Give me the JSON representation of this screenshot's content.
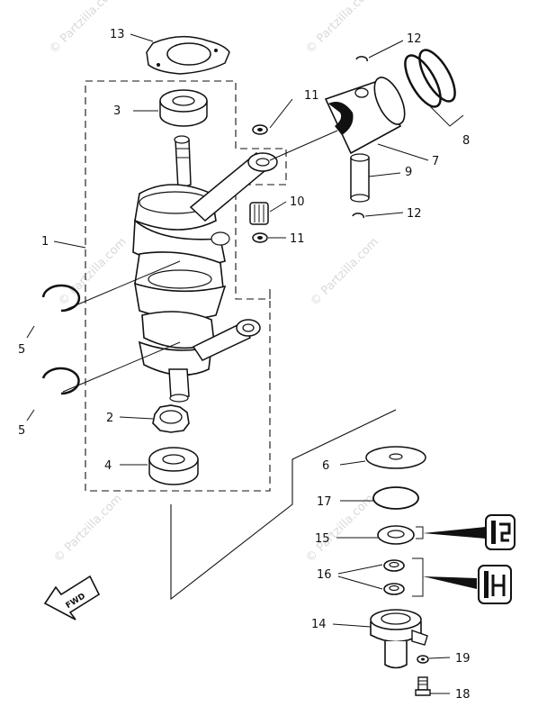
{
  "labels": {
    "p1": "1",
    "p2": "2",
    "p3": "3",
    "p4": "4",
    "p5a": "5",
    "p5b": "5",
    "p6": "6",
    "p7": "7",
    "p8": "8",
    "p9": "9",
    "p10": "10",
    "p11a": "11",
    "p11b": "11",
    "p12a": "12",
    "p12b": "12",
    "p13": "13",
    "p14": "14",
    "p15": "15",
    "p16": "16",
    "p17": "17",
    "p18": "18",
    "p19": "19"
  },
  "fwd_label": "FWD",
  "watermark": "© Partzilla.com",
  "colors": {
    "ink": "#111111",
    "watermark": "#d9d9d9"
  },
  "icons": [
    "fwd-arrow-icon",
    "seal-section-icon"
  ]
}
